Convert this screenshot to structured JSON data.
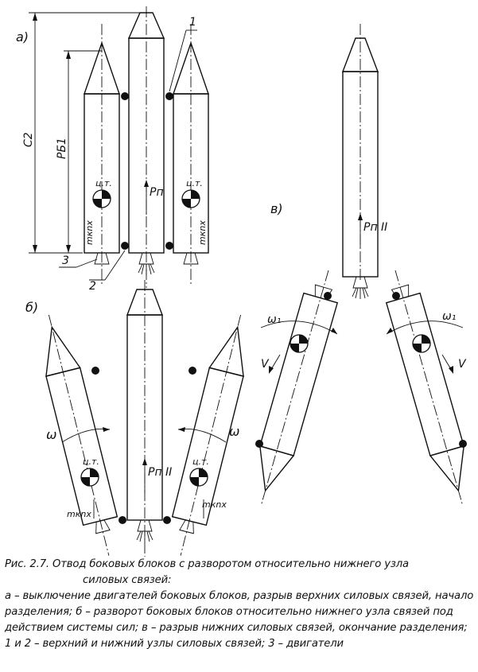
{
  "labels": {
    "panel_a": "а)",
    "panel_b": "б)",
    "panel_v": "в)",
    "dim_c2": "С2",
    "dim_rb1": "РБ1",
    "callout_1": "1",
    "callout_2": "2",
    "callout_3": "3",
    "cm": "ц.т.",
    "force_a": "Pп",
    "force_b": "Pп II",
    "force_v": "Pп II",
    "load": "mкnx",
    "omega": "ω",
    "omega1": "ω₁",
    "velocity": "V"
  },
  "caption": {
    "title": "Рис. 2.7. Отвод боковых блоков с разворотом относительно нижнего узла",
    "title_cont": "силовых связей:",
    "body": "а – выключение двигателей боковых блоков, разрыв верхних силовых связей, начало разделения; б – разворот боковых блоков относительно нижнего узла связей под действием системы сил; в – разрыв нижних силовых связей, окончание разделения; 1 и 2 – верхний и нижний узлы силовых связей; 3 – двигатели"
  }
}
